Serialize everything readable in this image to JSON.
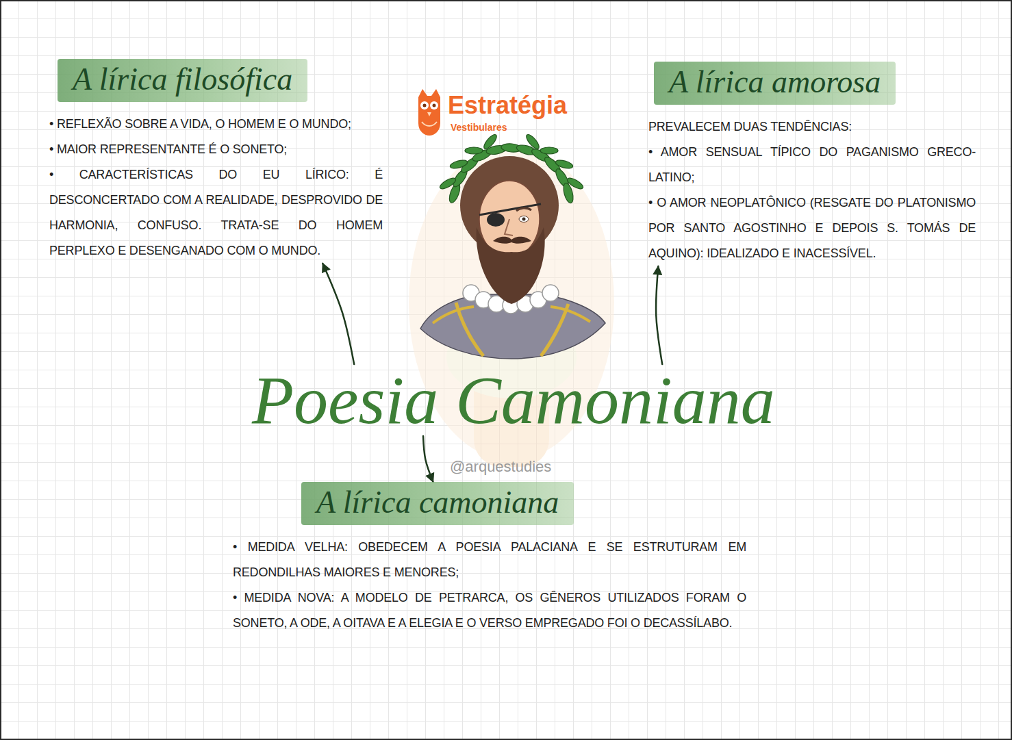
{
  "diagram": {
    "nodes": [
      {
        "text": [
          "Poesia Camoniana"
        ]
      },
      {
        "text": [
          "A lírica filosófica",
          "• REFLEXÃO SOBRE A VIDA, O HOMEM E O MUNDO;",
          "• MAIOR REPRESENTANTE É O SONETO;",
          "• CARACTERÍSTICAS DO EU LÍRICO: É DESCONCERTADO COM A REALIDADE, DESPROVIDO DE HARMONIA, CONFUSO. TRATA-SE DO HOMEM PERPLEXO E DESENGANADO COM O MUNDO."
        ]
      },
      {
        "text": [
          "A lírica amorosa",
          "PREVALECEM DUAS TENDÊNCIAS:",
          "• AMOR SENSUAL TÍPICO DO PAGANISMO GRECO-LATINO;",
          "• O AMOR NEOPLATÔNICO (RESGATE DO PLATONISMO POR SANTO AGOSTINHO E DEPOIS S. TOMÁS DE AQUINO): IDEALIZADO E INACESSÍVEL."
        ]
      },
      {
        "text": [
          "A lírica camoniana",
          "• MEDIDA VELHA: OBEDECEM A POESIA PALACIANA E SE ESTRUTURAM EM REDONDILHAS MAIORES E MENORES;",
          "• MEDIDA NOVA: A MODELO DE PETRARCA, OS GÊNEROS UTILIZADOS FORAM O SONETO, A ODE, A OITAVA E A ELEGIA E O VERSO EMPREGADO FOI O DECASSÍLABO."
        ]
      }
    ],
    "edges": [
      {
        "from": 0,
        "to": 1,
        "arrow": "to"
      },
      {
        "from": 0,
        "to": 2,
        "arrow": "to"
      },
      {
        "from": 0,
        "to": 3,
        "arrow": "to"
      }
    ],
    "labels": [
      "Estratégia",
      "Vestibulares",
      "@arquestudies"
    ]
  }
}
